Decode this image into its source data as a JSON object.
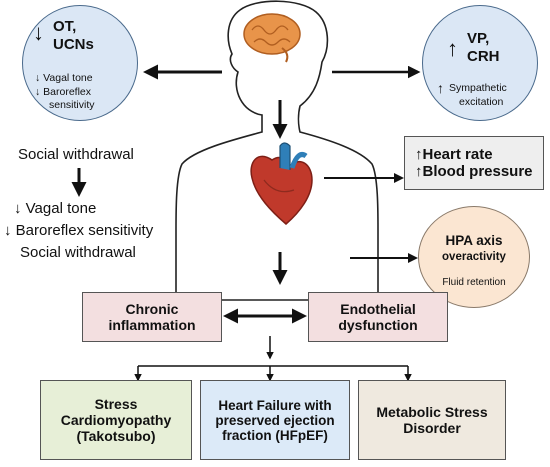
{
  "top_left": {
    "arrow": "↓",
    "line1": "OT,",
    "line2": "UCNs",
    "sub1": "↓ Vagal tone",
    "sub2": "↓ Baroreflex",
    "sub3": "sensitivity"
  },
  "top_right": {
    "arrow": "↑",
    "line1": "VP,",
    "line2": "CRH",
    "sub_arrow": "↑",
    "sub1": "Sympathetic",
    "sub2": "excitation"
  },
  "left_text": {
    "social1": "Social withdrawal",
    "arrow": "↓",
    "vagal": "↓ Vagal tone",
    "baro": "↓ Baroreflex sensitivity",
    "social2": "Social withdrawal"
  },
  "heart_box": {
    "line1": "↑Heart rate",
    "line2": "↑Blood pressure"
  },
  "hpa": {
    "line1": "HPA axis",
    "line2": "overactivity",
    "line3": "Fluid retention"
  },
  "mid": {
    "chronic1": "Chronic",
    "chronic2": "inflammation",
    "endo1": "Endothelial",
    "endo2": "dysfunction"
  },
  "bottom": {
    "stress1": "Stress",
    "stress2": "Cardiomyopathy",
    "stress3": "(Takotsubo)",
    "hf1": "Heart Failure with",
    "hf2": "preserved ejection",
    "hf3": "fraction (HFpEF)",
    "met1": "Metabolic Stress",
    "met2": "Disorder"
  }
}
